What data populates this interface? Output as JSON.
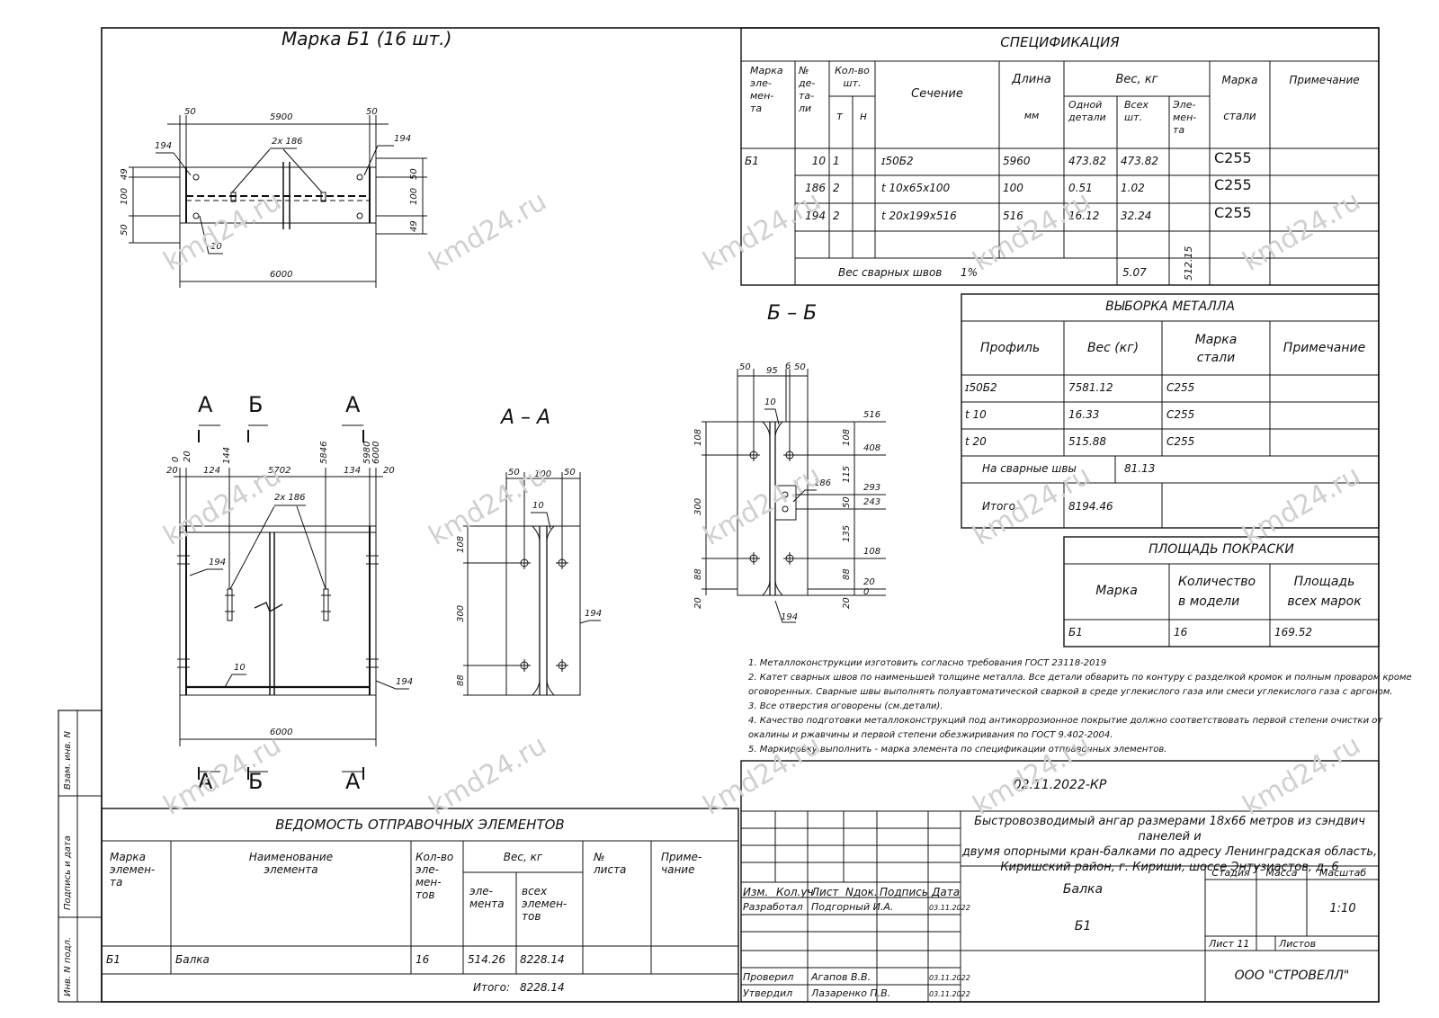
{
  "title_main": "Марка Б1 (16 шт.)",
  "section_bb": "Б – Б",
  "section_aa": "А – А",
  "cut_labels": {
    "a": "А",
    "b": "Б"
  },
  "top_view": {
    "dims": {
      "d50a": "50",
      "d5900": "5900",
      "d50b": "50",
      "d6000": "6000",
      "d49a": "49",
      "d100a": "100",
      "d50c": "50",
      "d50d": "50",
      "d100b": "100",
      "d49b": "49"
    },
    "callouts": {
      "p194a": "194",
      "p2x186": "2х 186",
      "p194b": "194",
      "p10": "10"
    }
  },
  "front_view": {
    "dims": {
      "d0": "0",
      "d20a": "20",
      "d20b": "20",
      "d124": "124",
      "d144": "144",
      "d5702": "5702",
      "d5846": "5846",
      "d134": "134",
      "d5980": "5980",
      "d6000v": "6000",
      "d20c": "20",
      "d6000": "6000"
    },
    "callouts": {
      "p2x186": "2х 186",
      "p194a": "194",
      "p10": "10",
      "p194b": "194"
    }
  },
  "aa_view": {
    "dims": {
      "d50a": "50",
      "d100": "100",
      "d50b": "50",
      "d108": "108",
      "d300": "300",
      "d88": "88"
    },
    "callouts": {
      "p10": "10",
      "p194": "194"
    }
  },
  "bb_view": {
    "dims": {
      "d50a": "50",
      "d95": "95",
      "d6": "6",
      "d50b": "50",
      "d108l": "108",
      "d300": "300",
      "d88l": "88",
      "d20l": "20",
      "d108r": "108",
      "d115": "115",
      "d50r": "50",
      "d135": "135",
      "d88r": "88",
      "d20r": "20"
    },
    "levels": {
      "l516": "516",
      "l408": "408",
      "l293": "293",
      "l243": "243",
      "l108": "108",
      "l20": "20",
      "l0": "0"
    },
    "callouts": {
      "p10": "10",
      "p186": "186",
      "p194": "194"
    }
  },
  "spec": {
    "title": "СПЕЦИФИКАЦИЯ",
    "headers": {
      "mark": "Марка\nэле-\nмен-\nта",
      "num": "№\nде-\nта-\nли",
      "qty": "Кол-во\nшт.",
      "t": "т",
      "n": "н",
      "section": "Сечение",
      "length": "Длина",
      "length_unit": "мм",
      "weight": "Вес, кг",
      "one": "Одной\nдетали",
      "all": "Всех\nшт.",
      "elem": "Эле-\nмен-\nта",
      "steel": "Марка",
      "steel2": "стали",
      "note": "Примечание"
    },
    "rows": [
      {
        "mark": "Б1",
        "num": "10",
        "t": "1",
        "section": "ɪ50Б2",
        "length": "5960",
        "one": "473.82",
        "all": "473.82",
        "steel": "C255"
      },
      {
        "mark": "",
        "num": "186",
        "t": "2",
        "section": "t 10x65x100",
        "length": "100",
        "one": "0.51",
        "all": "1.02",
        "steel": "C255"
      },
      {
        "mark": "",
        "num": "194",
        "t": "2",
        "section": "t 20x199x516",
        "length": "516",
        "one": "16.12",
        "all": "32.24",
        "steel": "C255"
      }
    ],
    "weld_label": "Вес сварных швов",
    "weld_pct": "1%",
    "weld_value": "5.07",
    "elem_total": "512.15"
  },
  "metal": {
    "title": "ВЫБОРКА МЕТАЛЛА",
    "headers": {
      "profile": "Профиль",
      "weight": "Вес (кг)",
      "steel": "Марка\nстали",
      "note": "Примечание"
    },
    "rows": [
      {
        "profile": "ɪ50Б2",
        "weight": "7581.12",
        "steel": "C255"
      },
      {
        "profile": "t 10",
        "weight": "16.33",
        "steel": "C255"
      },
      {
        "profile": "t 20",
        "weight": "515.88",
        "steel": "C255"
      }
    ],
    "weld_label": "На сварные швы",
    "weld_value": "81.13",
    "total_label": "Итого",
    "total_value": "8194.46"
  },
  "paint": {
    "title": "ПЛОЩАДЬ ПОКРАСКИ",
    "headers": {
      "mark": "Марка",
      "qty": "Количество\nв модели",
      "area": "Площадь\nвсех марок"
    },
    "row": {
      "mark": "Б1",
      "qty": "16",
      "area": "169.52"
    }
  },
  "notes": [
    "1. Металлоконструкции изготовить согласно требования ГОСТ 23118-2019",
    "2. Катет сварных швов по наименьшей толщине металла. Все детали обварить по контуру с разделкой кромок и полным проваром кроме",
    "оговоренных. Сварные швы выполнять полуавтоматической сваркой в среде углекислого газа или смеси углекислого газа с аргоном.",
    "3. Все отверстия оговорены (см.детали).",
    "4. Качество подготовки металлоконструкций под антикоррозионное покрытие должно соответствовать первой степени очистки от",
    "окалины и ржавчины и первой степени обезжиривания по ГОСТ 9.402-2004.",
    "5. Маркировку выполнить - марка элемента по спецификации отправочных элементов."
  ],
  "vedomost": {
    "title": "ВЕДОМОСТЬ ОТПРАВОЧНЫХ ЭЛЕМЕНТОВ",
    "headers": {
      "mark": "Марка\nэлемен-\nта",
      "name": "Наименование\nэлемента",
      "qty": "Кол-во\nэле-\nмен-\nтов",
      "weight": "Вес, кг",
      "w_el": "эле-\nмента",
      "w_all": "всех\nэлемен-\nтов",
      "sheet": "№\nлиста",
      "note": "Приме-\nчание"
    },
    "row": {
      "mark": "Б1",
      "name": "Балка",
      "qty": "16",
      "w_el": "514.26",
      "w_all": "8228.14"
    },
    "total_label": "Итого:",
    "total_value": "8228.14"
  },
  "stamp": {
    "code": "02.11.2022-КР",
    "project": "Быстровозводимый ангар размерами 18х66 метров из сэндвич панелей и\nдвумя опорными кран-балками по адресу Ленинградская область,\nКиришский район, г. Кириши, шоссе Энтузиастов, д. 6",
    "headers": {
      "izm": "Изм.",
      "koluch": "Кол.уч",
      "list": "Лист",
      "ndok": "Nдок.",
      "podpis": "Подпись",
      "data": "Дата"
    },
    "people": [
      {
        "role": "Разработал",
        "name": "Подгорный И.А.",
        "date": "03.11.2022"
      },
      {
        "role": "Проверил",
        "name": "Агапов В.В.",
        "date": "03.11.2022"
      },
      {
        "role": "Утвердил",
        "name": "Лазаренко П.В.",
        "date": "03.11.2022"
      }
    ],
    "element": "Балка",
    "element_mark": "Б1",
    "stadia": "Стадия",
    "massa": "Масса",
    "masshtab": "Масштаб",
    "scale": "1:10",
    "list_label": "Лист 11",
    "listov_label": "Листов",
    "company": "ООО \"СТРОВЕЛЛ\""
  },
  "side_labels": {
    "vzam": "Взам. инв. N",
    "podpis": "Подпись и дата",
    "inv": "Инв. N подл."
  },
  "watermark": "kmd24.ru"
}
